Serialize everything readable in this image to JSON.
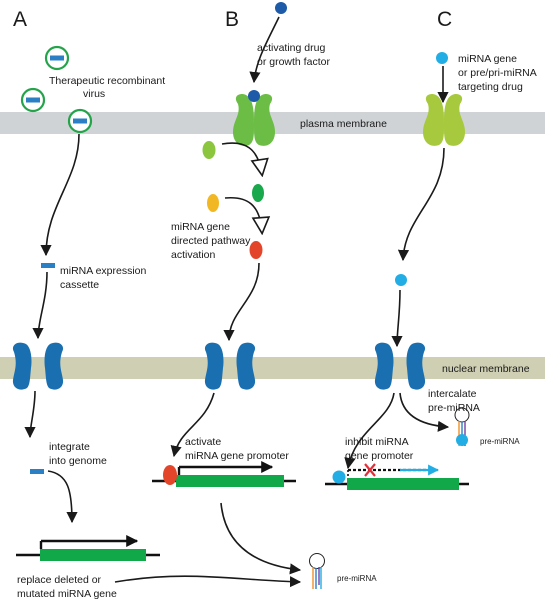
{
  "panels": {
    "A": {
      "label": "A",
      "virus_label": [
        "Therapeutic recombinant",
        "virus"
      ],
      "cassette_label": [
        "miRNA expression",
        "cassette"
      ],
      "integrate_label": [
        "integrate",
        "into genome"
      ],
      "replace_label": [
        "replace deleted or",
        "mutated miRNA gene"
      ]
    },
    "B": {
      "label": "B",
      "drug_label": [
        "activating drug",
        "or growth factor"
      ],
      "pathway_label": [
        "miRNA gene",
        "directed pathway",
        "activation"
      ],
      "activate_label": [
        "activate",
        "miRNA gene promoter"
      ]
    },
    "C": {
      "label": "C",
      "drug_label": [
        "miRNA gene",
        "or pre/pri-miRNA",
        "targeting drug"
      ],
      "intercalate_label": [
        "intercalate",
        "pre-miRNA"
      ],
      "inhibit_label": [
        "inhibit miRNA",
        "gene promoter"
      ],
      "pre_mirna_label": "pre-miRNA"
    }
  },
  "membranes": {
    "plasma": "plasma membrane",
    "nuclear": "nuclear membrane"
  },
  "bottom_pre_mirna_label": "pre-miRNA",
  "colors": {
    "plasma_membrane": "#d0d3d6",
    "nuclear_membrane": "#cfcfb3",
    "channel_blue": "#1a6fb0",
    "receptor_green": "#6cbd45",
    "receptor_lime": "#a7c93d",
    "gene_green": "#11a84a",
    "cassette_blue": "#2b7fc4",
    "virus_ring": "#23a34a",
    "drug_dark_blue": "#1d5aa8",
    "drug_cyan": "#22aee4",
    "signal_green_light": "#8cc63f",
    "signal_green": "#1aa84c",
    "signal_yellow": "#f2b824",
    "signal_red": "#e2452a",
    "inhibit_red": "#e0303a"
  }
}
